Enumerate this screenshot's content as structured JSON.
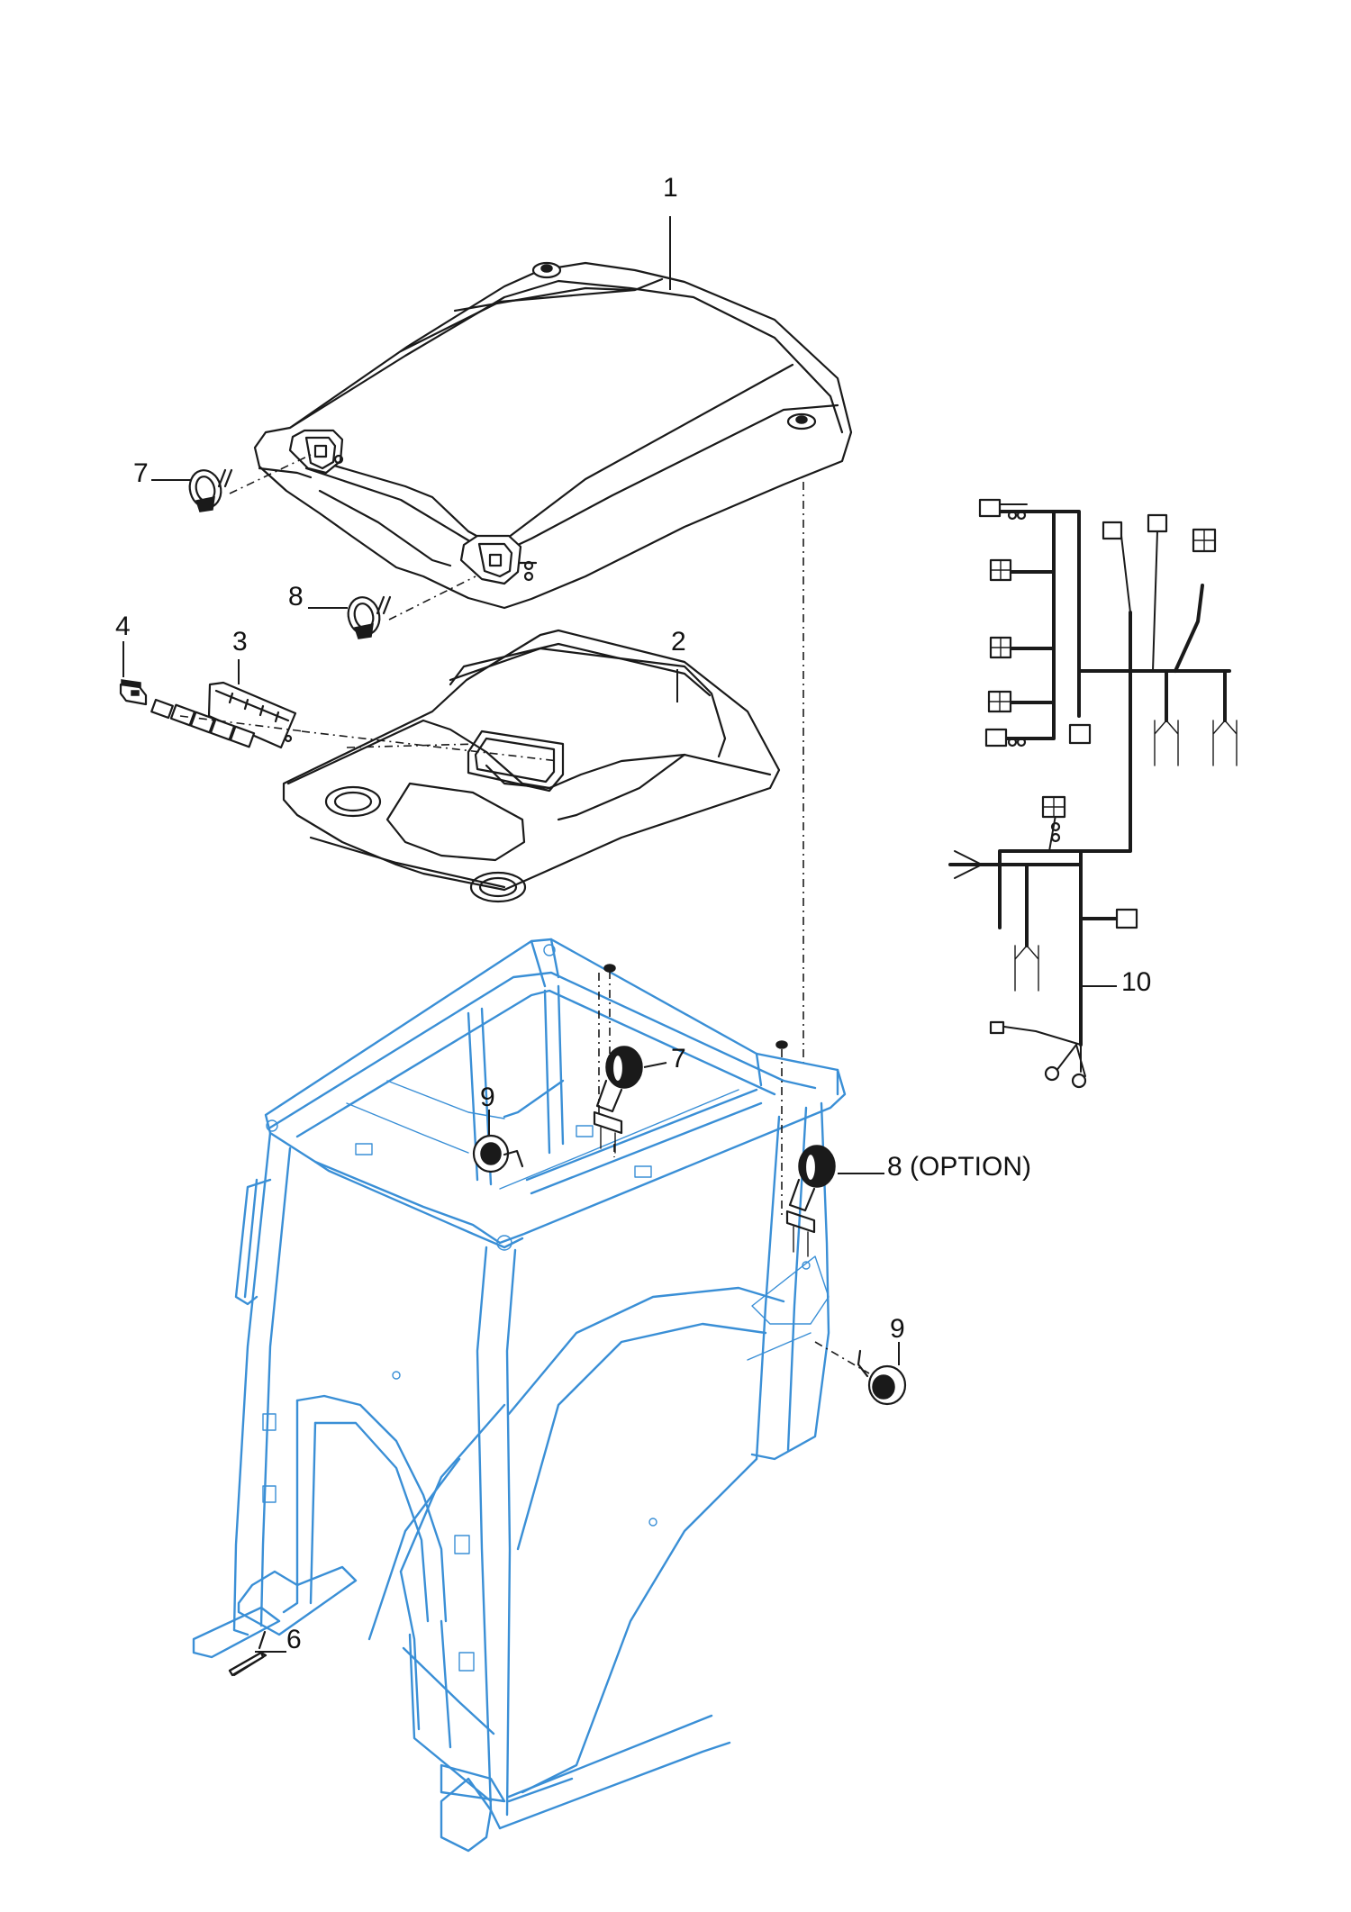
{
  "callouts": {
    "roof_cover": "1",
    "headliner": "2",
    "switch_panel": "3",
    "switch": "4",
    "pin": "6",
    "lamp_7_top": "7",
    "lamp_7_frame": "7",
    "lamp_8_top": "8",
    "lamp_8_frame": "8 (OPTION)",
    "lamp_9_upper": "9",
    "lamp_9_lower": "9",
    "harness": "10"
  },
  "colors": {
    "line_art": "#1a1a1a",
    "cab_frame": "#3a8fd6",
    "background": "#ffffff"
  }
}
